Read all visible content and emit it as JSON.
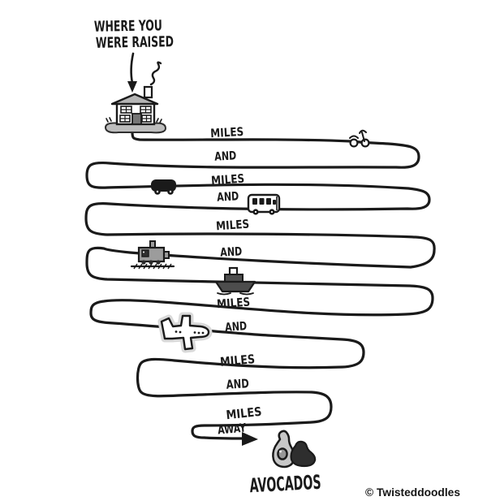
{
  "title": {
    "line1": "WHERE YOU",
    "line2": "WERE RAISED"
  },
  "road_labels": [
    "MILES",
    "AND",
    "MILES",
    "AND",
    "MILES",
    "AND",
    "MILES",
    "AND",
    "MILES",
    "AND",
    "MILES",
    "AWAY"
  ],
  "destination_label": "AVOCADOS",
  "credit": "© Twisteddoodles",
  "icons": {
    "house": "house-icon",
    "chimney_smoke": "smoke-icon",
    "pointer_arrow": "arrow-down-icon",
    "bicycle": "bicycle-icon",
    "car": "car-icon",
    "bus": "bus-icon",
    "train": "train-icon",
    "boat": "boat-icon",
    "airplane": "airplane-icon",
    "away_arrow": "arrow-right-icon",
    "avocado_half": "avocado-half-icon",
    "avocado_whole": "avocado-whole-icon"
  },
  "colors": {
    "ink": "#1a1a1a",
    "background": "#ffffff",
    "roof_gray": "#b5b5b5",
    "ground_gray": "#bdbdbd",
    "train_gray": "#9c9c9c",
    "boat_gray": "#4d4d4d",
    "door_gray": "#757575",
    "plane_halo": "#d9d9d9",
    "avocado_light": "#c7c7c7",
    "avocado_pit": "#979797",
    "avocado_dark": "#2e2e2e"
  }
}
